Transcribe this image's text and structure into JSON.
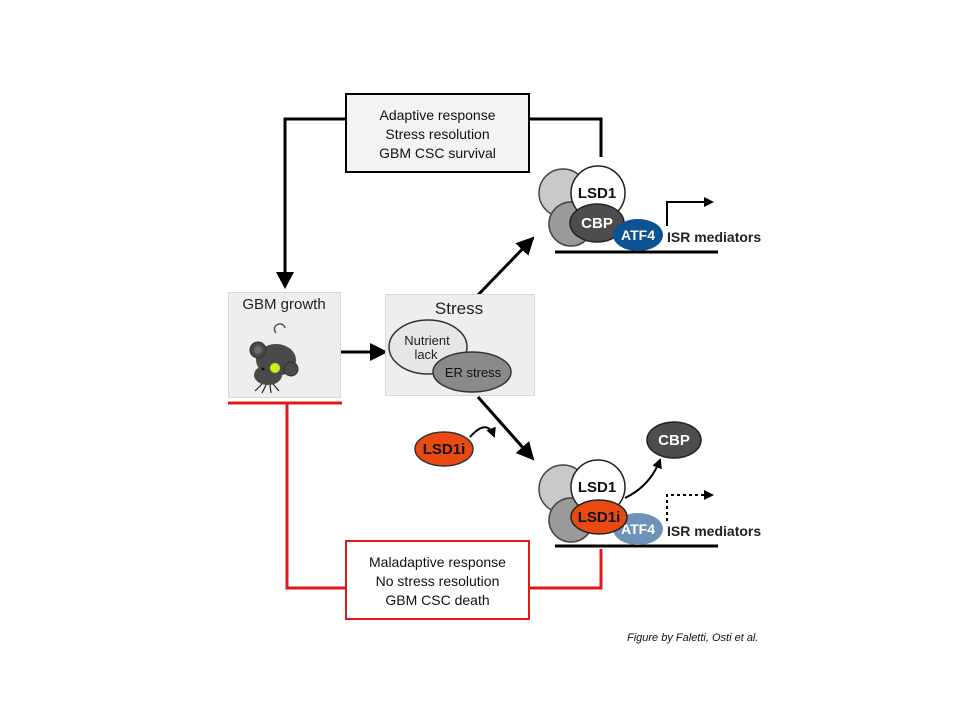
{
  "adaptive_box": {
    "lines": [
      "Adaptive response",
      "Stress resolution",
      "GBM CSC survival"
    ]
  },
  "maladaptive_box": {
    "lines": [
      "Maladaptive response",
      "No stress resolution",
      "GBM CSC death"
    ]
  },
  "gbm_panel": {
    "label": "GBM growth"
  },
  "stress_panel": {
    "title": "Stress",
    "nutrient_line1": "Nutrient",
    "nutrient_line2": "lack",
    "er_label": "ER stress"
  },
  "top_complex": {
    "lsd1": "LSD1",
    "cbp": "CBP",
    "atf4": "ATF4",
    "target": "ISR mediators"
  },
  "bottom_complex": {
    "lsd1": "LSD1",
    "lsd1i": "LSD1i",
    "atf4": "ATF4",
    "target": "ISR mediators",
    "released_cbp": "CBP"
  },
  "inhibitor": {
    "label": "LSD1i"
  },
  "credit": "Figure by Faletti,  Osti et al.",
  "colors": {
    "adaptive_line": "#000000",
    "maladaptive_line": "#e01818",
    "atf4_active": "#0b5394",
    "atf4_inactive": "#6f93b8",
    "lsd1i": "#ea4a12",
    "cbp": "#4d4d4d",
    "panel_bg": "#eeeeee"
  }
}
